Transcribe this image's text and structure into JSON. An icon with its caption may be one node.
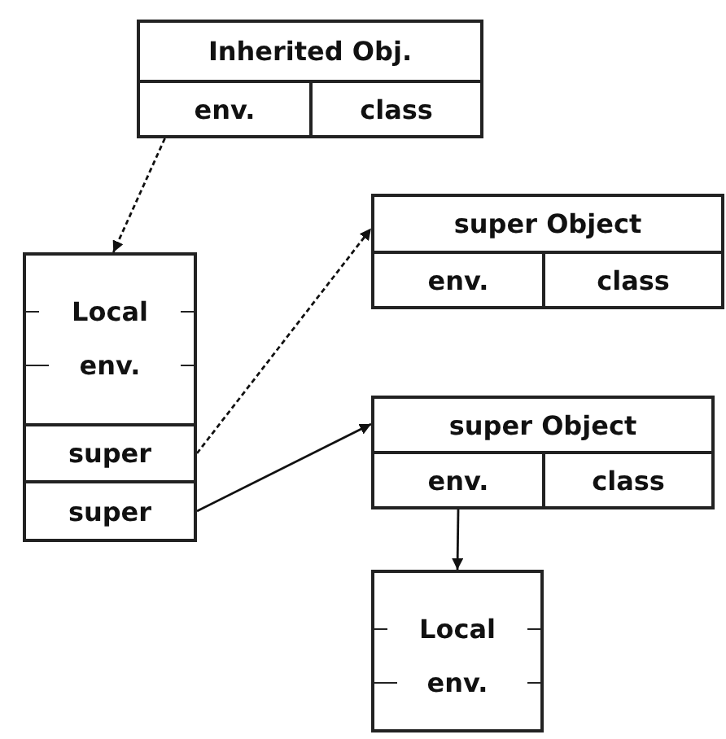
{
  "diagram": {
    "nodes": [
      {
        "text": [
          "Inherited Obj."
        ]
      },
      {
        "text": [
          "env."
        ],
        "in": 0
      },
      {
        "text": [
          "class"
        ],
        "in": 0
      },
      {
        "text": [
          "Local env."
        ]
      },
      {
        "text": [
          "super"
        ],
        "in": 3
      },
      {
        "text": [
          "super"
        ],
        "in": 3
      },
      {
        "text": [
          "super Object"
        ]
      },
      {
        "text": [
          "env."
        ],
        "in": 6
      },
      {
        "text": [
          "class"
        ],
        "in": 6
      },
      {
        "text": [
          "super Object"
        ]
      },
      {
        "text": [
          "env."
        ],
        "in": 9
      },
      {
        "text": [
          "class"
        ],
        "in": 9
      },
      {
        "text": [
          "Local env."
        ]
      }
    ],
    "edges": [
      {
        "from": 1,
        "to": 3,
        "arrow": "to",
        "style": "dashed"
      },
      {
        "from": 4,
        "to": 6,
        "arrow": "to",
        "style": "dashed"
      },
      {
        "from": 5,
        "to": 9,
        "arrow": "to"
      },
      {
        "from": 10,
        "to": 12,
        "arrow": "to"
      }
    ]
  }
}
